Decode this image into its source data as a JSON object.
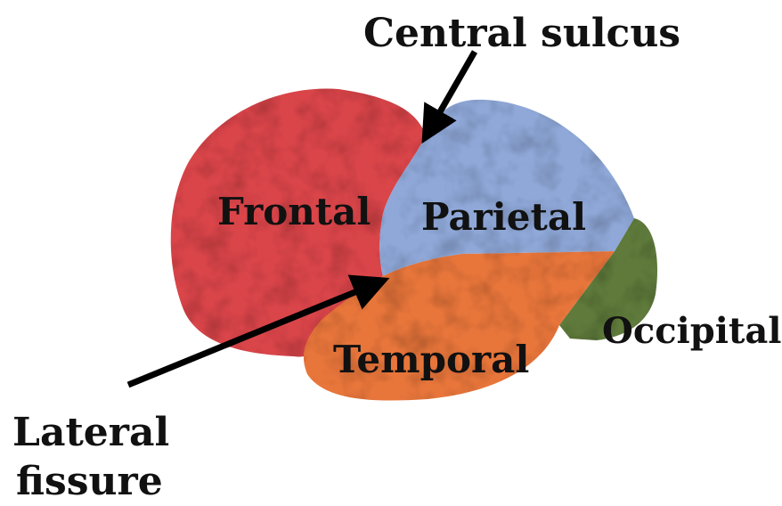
{
  "labels": {
    "central_sulcus": "Central sulcus",
    "frontal": "Frontal",
    "parietal": "Parietal",
    "occipital": "Occipital",
    "temporal": "Temporal",
    "lateral_fissure_line1": "Lateral",
    "lateral_fissure_line2": "fissure"
  },
  "colors": {
    "frontal": "#d9454a",
    "parietal": "#8fa8d8",
    "occipital": "#5f7a3a",
    "temporal": "#e8763a",
    "arrow": "#000000"
  }
}
